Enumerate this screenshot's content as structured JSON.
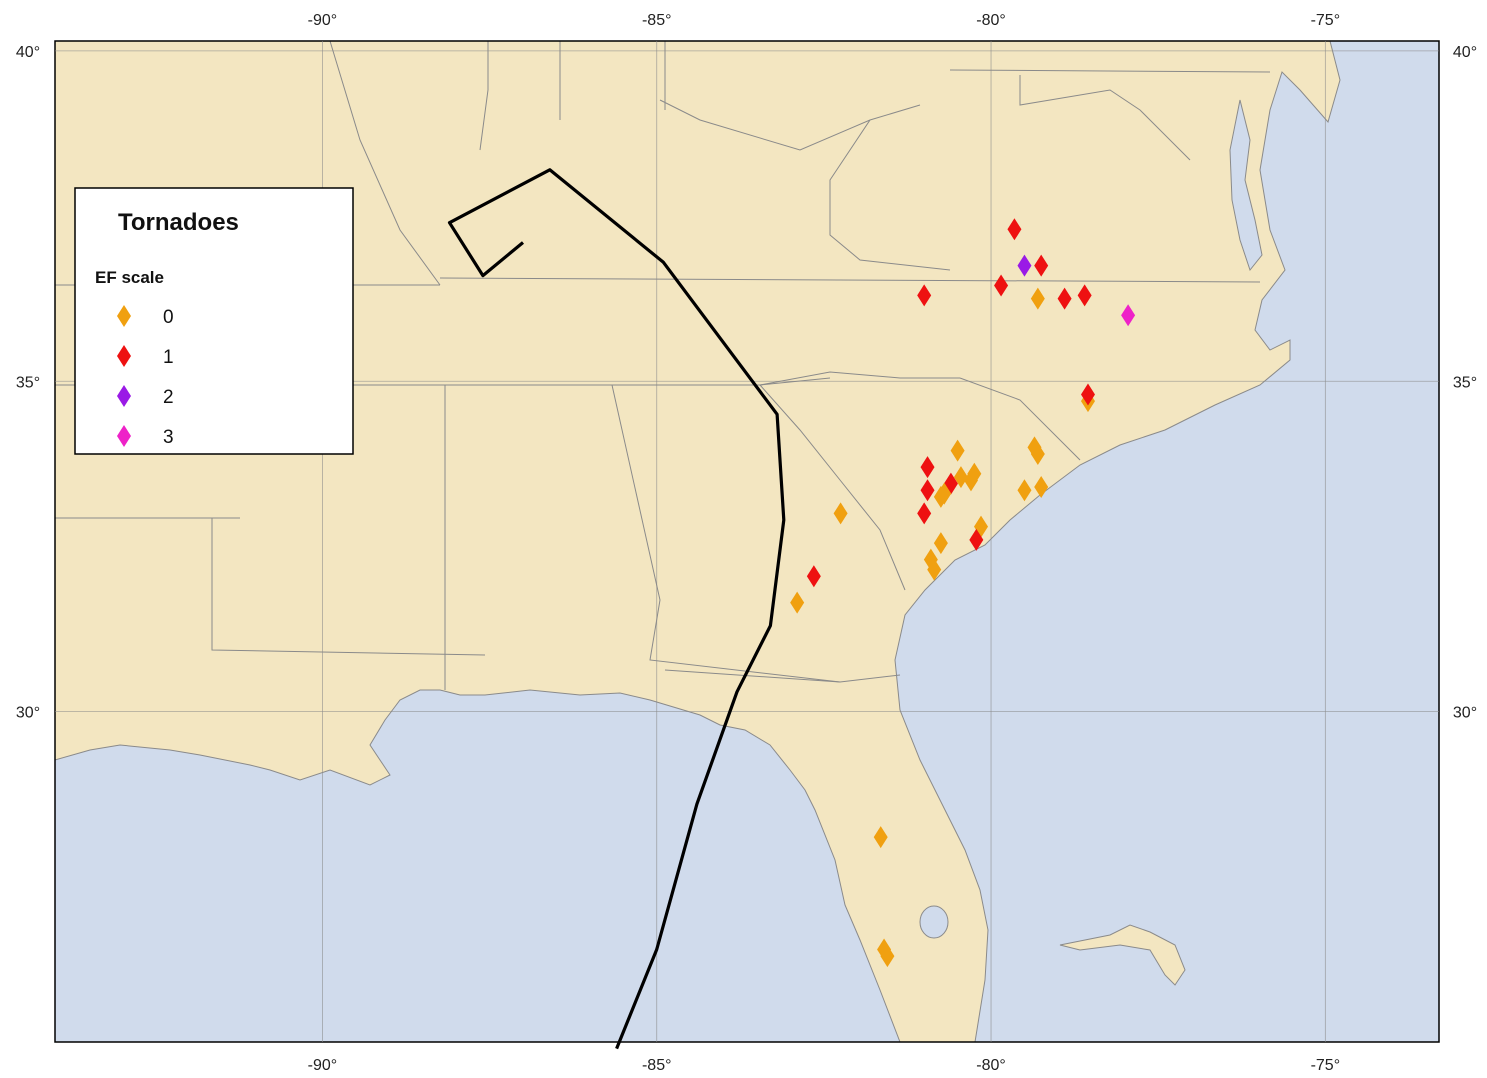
{
  "map": {
    "projection": "equirectangular",
    "lon_range": [
      -94,
      -73.3
    ],
    "lat_range": [
      25,
      40.15
    ],
    "colors": {
      "land": "#f3e6c1",
      "water": "#d0dbec",
      "border": "#8a8a8a",
      "track": "#000000",
      "frame": "#000000"
    },
    "grid": true,
    "lon_ticks": [
      {
        "value": -90,
        "label": "-90°"
      },
      {
        "value": -85,
        "label": "-85°"
      },
      {
        "value": -80,
        "label": "-80°"
      },
      {
        "value": -75,
        "label": "-75°"
      }
    ],
    "lat_ticks": [
      {
        "value": 40,
        "label": "40°"
      },
      {
        "value": 35,
        "label": "35°"
      },
      {
        "value": 30,
        "label": "30°"
      }
    ],
    "storm_track": [
      [
        -85.6,
        24.9
      ],
      [
        -85.0,
        26.4
      ],
      [
        -84.4,
        28.6
      ],
      [
        -83.8,
        30.3
      ],
      [
        -83.3,
        31.3
      ],
      [
        -83.1,
        32.9
      ],
      [
        -83.2,
        34.5
      ],
      [
        -84.9,
        36.8
      ],
      [
        -86.6,
        38.2
      ],
      [
        -88.1,
        37.4
      ],
      [
        -87.6,
        36.6
      ],
      [
        -87.0,
        37.1
      ]
    ]
  },
  "legend": {
    "title": "Tornadoes",
    "subtitle": "EF scale",
    "placement": "upper-left",
    "items": [
      {
        "label": "0",
        "ef": 0,
        "color": "#f0a010"
      },
      {
        "label": "1",
        "ef": 1,
        "color": "#ee1111"
      },
      {
        "label": "2",
        "ef": 2,
        "color": "#9a1ae6"
      },
      {
        "label": "3",
        "ef": 3,
        "color": "#ee22c8"
      }
    ]
  },
  "tornadoes": [
    {
      "lon": -79.65,
      "lat": 37.3,
      "ef": 1
    },
    {
      "lon": -79.5,
      "lat": 36.75,
      "ef": 2
    },
    {
      "lon": -79.25,
      "lat": 36.75,
      "ef": 1
    },
    {
      "lon": -79.85,
      "lat": 36.45,
      "ef": 1
    },
    {
      "lon": -81.0,
      "lat": 36.3,
      "ef": 1
    },
    {
      "lon": -79.3,
      "lat": 36.25,
      "ef": 0
    },
    {
      "lon": -78.9,
      "lat": 36.25,
      "ef": 1
    },
    {
      "lon": -78.6,
      "lat": 36.3,
      "ef": 1
    },
    {
      "lon": -77.95,
      "lat": 36.0,
      "ef": 3
    },
    {
      "lon": -78.55,
      "lat": 34.7,
      "ef": 0
    },
    {
      "lon": -78.55,
      "lat": 34.8,
      "ef": 1
    },
    {
      "lon": -79.35,
      "lat": 34.0,
      "ef": 0
    },
    {
      "lon": -79.3,
      "lat": 33.9,
      "ef": 0
    },
    {
      "lon": -80.5,
      "lat": 33.95,
      "ef": 0
    },
    {
      "lon": -80.95,
      "lat": 33.7,
      "ef": 1
    },
    {
      "lon": -80.45,
      "lat": 33.55,
      "ef": 0
    },
    {
      "lon": -80.3,
      "lat": 33.5,
      "ef": 0
    },
    {
      "lon": -80.25,
      "lat": 33.6,
      "ef": 0
    },
    {
      "lon": -80.6,
      "lat": 33.45,
      "ef": 1
    },
    {
      "lon": -80.95,
      "lat": 33.35,
      "ef": 1
    },
    {
      "lon": -80.75,
      "lat": 33.25,
      "ef": 0
    },
    {
      "lon": -80.7,
      "lat": 33.3,
      "ef": 0
    },
    {
      "lon": -79.5,
      "lat": 33.35,
      "ef": 0
    },
    {
      "lon": -79.25,
      "lat": 33.4,
      "ef": 0
    },
    {
      "lon": -81.0,
      "lat": 33.0,
      "ef": 1
    },
    {
      "lon": -82.25,
      "lat": 33.0,
      "ef": 0
    },
    {
      "lon": -80.15,
      "lat": 32.8,
      "ef": 0
    },
    {
      "lon": -80.22,
      "lat": 32.6,
      "ef": 1
    },
    {
      "lon": -80.75,
      "lat": 32.55,
      "ef": 0
    },
    {
      "lon": -80.9,
      "lat": 32.3,
      "ef": 0
    },
    {
      "lon": -80.85,
      "lat": 32.15,
      "ef": 0
    },
    {
      "lon": -82.65,
      "lat": 32.05,
      "ef": 1
    },
    {
      "lon": -82.9,
      "lat": 31.65,
      "ef": 0
    },
    {
      "lon": -81.65,
      "lat": 28.1,
      "ef": 0
    },
    {
      "lon": -81.55,
      "lat": 26.3,
      "ef": 0
    },
    {
      "lon": -81.6,
      "lat": 26.4,
      "ef": 0
    }
  ]
}
